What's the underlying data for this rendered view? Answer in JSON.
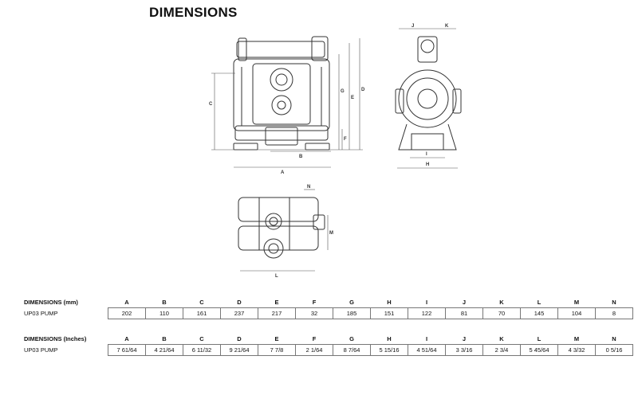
{
  "page": {
    "title": "DIMENSIONS"
  },
  "drawing_labels": {
    "front": [
      "C",
      "G",
      "E",
      "D",
      "F",
      "B",
      "A"
    ],
    "side": [
      "J",
      "K",
      "I",
      "H"
    ],
    "top": [
      "N",
      "M",
      "L"
    ]
  },
  "table_mm": {
    "heading": "DIMENSIONS (mm)",
    "columns": [
      "A",
      "B",
      "C",
      "D",
      "E",
      "F",
      "G",
      "H",
      "I",
      "J",
      "K",
      "L",
      "M",
      "N"
    ],
    "row_label": "UP03 PUMP",
    "values": [
      "202",
      "110",
      "161",
      "237",
      "217",
      "32",
      "185",
      "151",
      "122",
      "81",
      "70",
      "145",
      "104",
      "8"
    ]
  },
  "table_in": {
    "heading": "DIMENSIONS (Inches)",
    "columns": [
      "A",
      "B",
      "C",
      "D",
      "E",
      "F",
      "G",
      "H",
      "I",
      "J",
      "K",
      "L",
      "M",
      "N"
    ],
    "row_label": "UP03 PUMP",
    "values": [
      "7 61/64",
      "4 21/64",
      "6 11/32",
      "9 21/64",
      "7 7/8",
      "2 1/64",
      "8 7/64",
      "5 15/16",
      "4 51/64",
      "3 3/16",
      "2 3/4",
      "5 45/64",
      "4 3/32",
      "0 5/16"
    ]
  }
}
